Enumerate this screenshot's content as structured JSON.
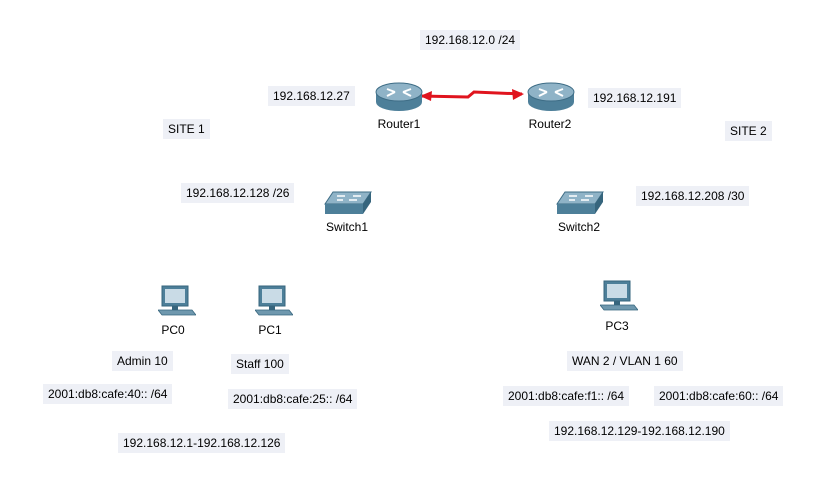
{
  "notes": {
    "serial_network": "192.168.12.0 /24",
    "router1_ip": "192.168.12.27",
    "router2_ip": "192.168.12.191",
    "site1": "SITE 1",
    "site2": "SITE 2",
    "switch1_net": "192.168.12.128 /26",
    "switch2_net": "192.168.12.208 /30",
    "admin": "Admin 10",
    "staff": "Staff 100",
    "wan": "WAN 2 / VLAN 1 60",
    "ipv6_admin": "2001:db8:cafe:40:: /64",
    "ipv6_staff": "2001:db8:cafe:25:: /64",
    "ipv6_wan_f1": "2001:db8:cafe:f1:: /64",
    "ipv6_wan_60": "2001:db8:cafe:60:: /64",
    "range_site1": "192.168.12.1-192.168.12.126",
    "range_site2": "192.168.12.129-192.168.12.190"
  },
  "devices": {
    "router1": {
      "label": "Router1",
      "icon": "router-icon"
    },
    "router2": {
      "label": "Router2",
      "icon": "router-icon"
    },
    "switch1": {
      "label": "Switch1",
      "icon": "switch-icon"
    },
    "switch2": {
      "label": "Switch2",
      "icon": "switch-icon"
    },
    "pc0": {
      "label": "PC0",
      "icon": "pc-icon"
    },
    "pc1": {
      "label": "PC1",
      "icon": "pc-icon"
    },
    "pc3": {
      "label": "PC3",
      "icon": "pc-icon"
    }
  },
  "colors": {
    "serial_link": "#e0141e",
    "link_marker": "#e0141e",
    "device_top": "#8fb3c7",
    "device_side": "#4d7f99",
    "note_bg": "#eef0f6"
  }
}
